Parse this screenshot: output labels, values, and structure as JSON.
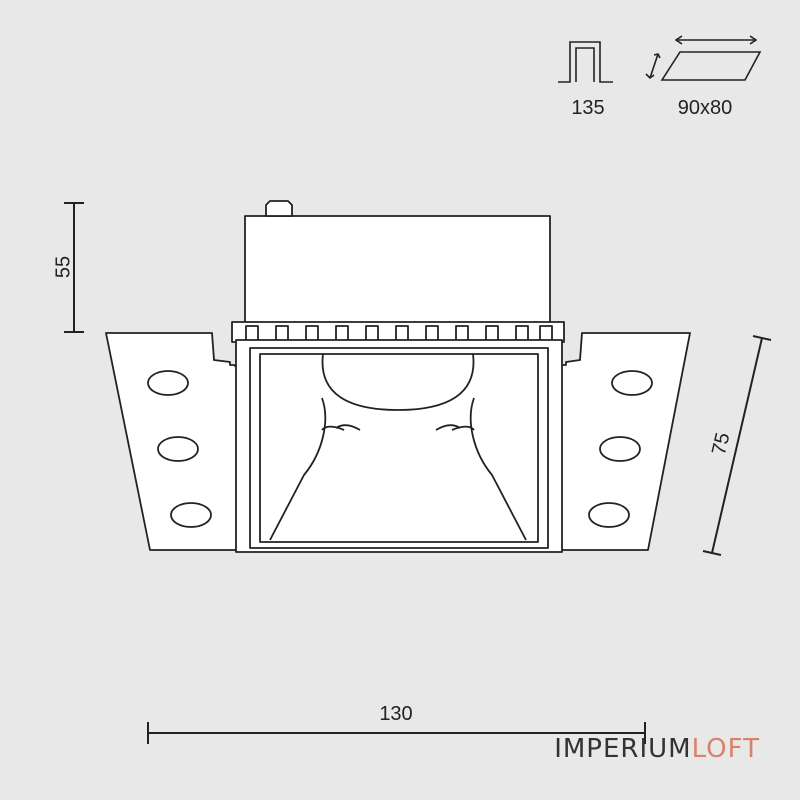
{
  "specs": {
    "cutout_depth_label": "135",
    "cutout_size_label": "90x80"
  },
  "dimensions": {
    "height_label": "55",
    "depth_label": "75",
    "width_label": "130"
  },
  "brand": {
    "part1": "IMPERIUM",
    "part2": "LOFT",
    "accent_color": "#d9826b"
  },
  "colors": {
    "background": "#e8e8e8",
    "line": "#222222",
    "fill": "#ffffff"
  }
}
